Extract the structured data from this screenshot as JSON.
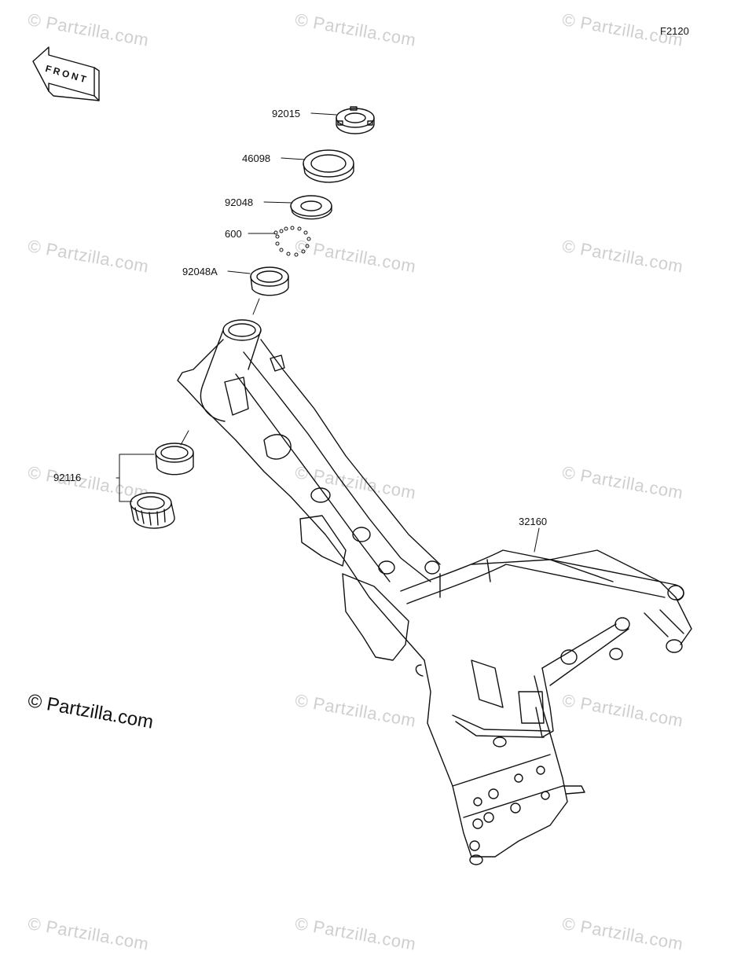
{
  "figure_code": "F2120",
  "front_label": "FRONT",
  "copyright_text": "© Partzilla.com",
  "watermark_text": "© Partzilla.com",
  "parts": [
    {
      "id": "92015"
    },
    {
      "id": "46098"
    },
    {
      "id": "92048"
    },
    {
      "id": "600"
    },
    {
      "id": "92048A"
    },
    {
      "id": "92116"
    },
    {
      "id": "32160"
    }
  ]
}
